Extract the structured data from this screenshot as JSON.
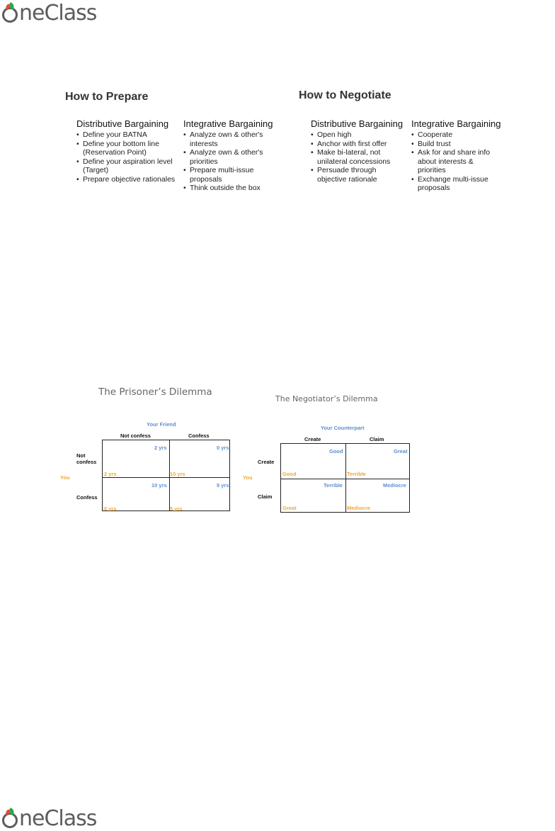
{
  "logo": {
    "first_letter": "O",
    "rest": "neClass"
  },
  "prepare": {
    "title": "How to Prepare",
    "distributive": {
      "heading": "Distributive Bargaining",
      "items": [
        "Define your BATNA",
        "Define your bottom line (Reservation Point)",
        "Define your aspiration level (Target)",
        "Prepare objective rationales"
      ]
    },
    "integrative": {
      "heading": "Integrative Bargaining",
      "items": [
        "Analyze own & other's interests",
        "Analyze own & other's priorities",
        "Prepare multi-issue proposals",
        "Think outside the box"
      ]
    }
  },
  "negotiate": {
    "title": "How to Negotiate",
    "distributive": {
      "heading": "Distributive Bargaining",
      "items": [
        "Open high",
        "Anchor with first offer",
        "Make bi-lateral, not unilateral concessions",
        "Persuade through objective rationale"
      ]
    },
    "integrative": {
      "heading": "Integrative Bargaining",
      "items": [
        "Cooperate",
        "Build trust",
        "Ask for and share info about interests & priorities",
        "Exchange multi-issue proposals"
      ]
    }
  },
  "prisoner": {
    "title": "The Prisoner’s Dilemma",
    "col_player": "Your Friend",
    "row_player": "You",
    "col_labels": [
      "Not confess",
      "Confess"
    ],
    "row_labels": [
      "Not confess",
      "Confess"
    ],
    "cells": [
      {
        "friend": "2 yrs",
        "you": "2 yrs"
      },
      {
        "friend": "0 yrs",
        "you": "10 yrs"
      },
      {
        "friend": "10 yrs",
        "you": "0 yrs"
      },
      {
        "friend": "5 yrs",
        "you": "5 yrs"
      }
    ]
  },
  "negotiator": {
    "title": "The Negotiator’s Dilemma",
    "col_player": "Your Counterpart",
    "row_player": "You",
    "col_labels": [
      "Create",
      "Claim"
    ],
    "row_labels": [
      "Create",
      "Claim"
    ],
    "cells": [
      {
        "counterpart": "Good",
        "you": "Good"
      },
      {
        "counterpart": "Great",
        "you": "Terrible"
      },
      {
        "counterpart": "Terrible",
        "you": "Great"
      },
      {
        "counterpart": "Mediocre",
        "you": "Mediocre"
      }
    ]
  },
  "colors": {
    "counterpart": "#5b8fd0",
    "you": "#f0a830",
    "logo_leaf": "#2ea84a"
  }
}
